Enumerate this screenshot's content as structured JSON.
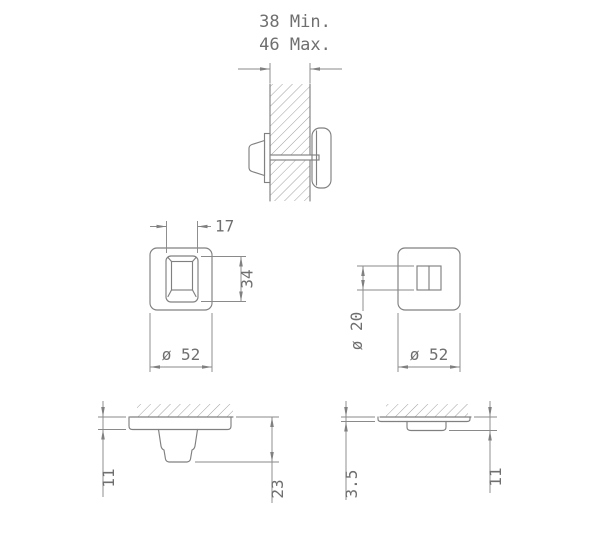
{
  "drawing": {
    "section_view": {
      "thickness_min": "38 Min.",
      "thickness_max": "46 Max."
    },
    "front_view": {
      "turn_width": "17",
      "turn_height": "34",
      "rose_size": "ø 52"
    },
    "rear_view": {
      "boss_diameter": "ø 20",
      "rose_size": "ø 52"
    },
    "side_view_turn": {
      "rose_projection": "11",
      "total_projection": "23"
    },
    "side_view_release": {
      "rose_thickness": "3.5",
      "total_projection": "11"
    },
    "colors": {
      "line": "#808080",
      "text": "#6f6f6f",
      "background": "#ffffff"
    }
  }
}
